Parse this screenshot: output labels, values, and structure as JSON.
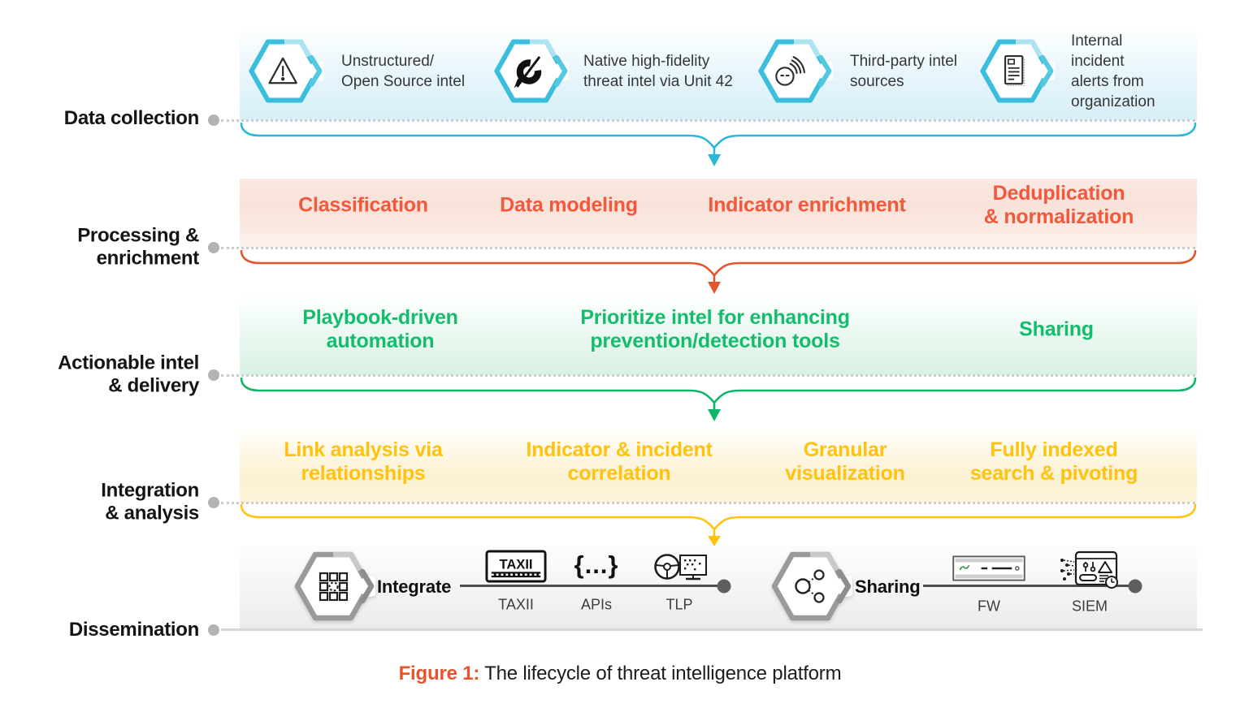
{
  "colors": {
    "collection_accent": "#2ab7d8",
    "processing_accent": "#f1583c",
    "actionable_accent": "#14bd6d",
    "integration_accent": "#ffc30f",
    "dissemination_accent": "#5f5f5f",
    "caption_accent": "#e8532c"
  },
  "stages": [
    {
      "label": "Data collection",
      "sources": [
        {
          "icon": "warning-triangle-icon",
          "label": "Unstructured/\nOpen Source intel"
        },
        {
          "icon": "unit42-gauge-icon",
          "label": "Native high-fidelity\nthreat intel via Unit 42"
        },
        {
          "icon": "broadcast-face-icon",
          "label": "Third-party intel\nsources"
        },
        {
          "icon": "incident-report-icon",
          "label": "Internal\nincident\nalerts from\norganization"
        }
      ]
    },
    {
      "label": "Processing &\nenrichment",
      "items": [
        {
          "label": "Classification"
        },
        {
          "label": "Data modeling"
        },
        {
          "label": "Indicator enrichment"
        },
        {
          "label": "Deduplication\n& normalization"
        }
      ]
    },
    {
      "label": "Actionable intel\n& delivery",
      "items": [
        {
          "label": "Playbook-driven\nautomation"
        },
        {
          "label": "Prioritize intel for enhancing\nprevention/detection tools"
        },
        {
          "label": "Sharing"
        }
      ]
    },
    {
      "label": "Integration\n& analysis",
      "items": [
        {
          "label": "Link analysis via\nrelationships"
        },
        {
          "label": "Indicator & incident\ncorrelation"
        },
        {
          "label": "Granular\nvisualization"
        },
        {
          "label": "Fully indexed\nsearch & pivoting"
        }
      ]
    },
    {
      "label": "Dissemination",
      "groups": [
        {
          "icon": "app-grid-hexagon-icon",
          "title": "Integrate",
          "channels": [
            {
              "icon": "taxii-logo-icon",
              "label": "TAXII",
              "logo_text": "TAXII"
            },
            {
              "icon": "code-braces-icon",
              "label": "APIs",
              "glyph": "{...}"
            },
            {
              "icon": "tlp-steering-wheel-icon",
              "label": "TLP"
            }
          ]
        },
        {
          "icon": "share-nodes-hexagon-icon",
          "title": "Sharing",
          "channels": [
            {
              "icon": "firewall-appliance-icon",
              "label": "FW"
            },
            {
              "icon": "siem-dashboard-icon",
              "label": "SIEM"
            }
          ]
        }
      ]
    }
  ],
  "caption": {
    "prefix": "Figure 1:",
    "text": " The lifecycle of threat intelligence platform"
  }
}
